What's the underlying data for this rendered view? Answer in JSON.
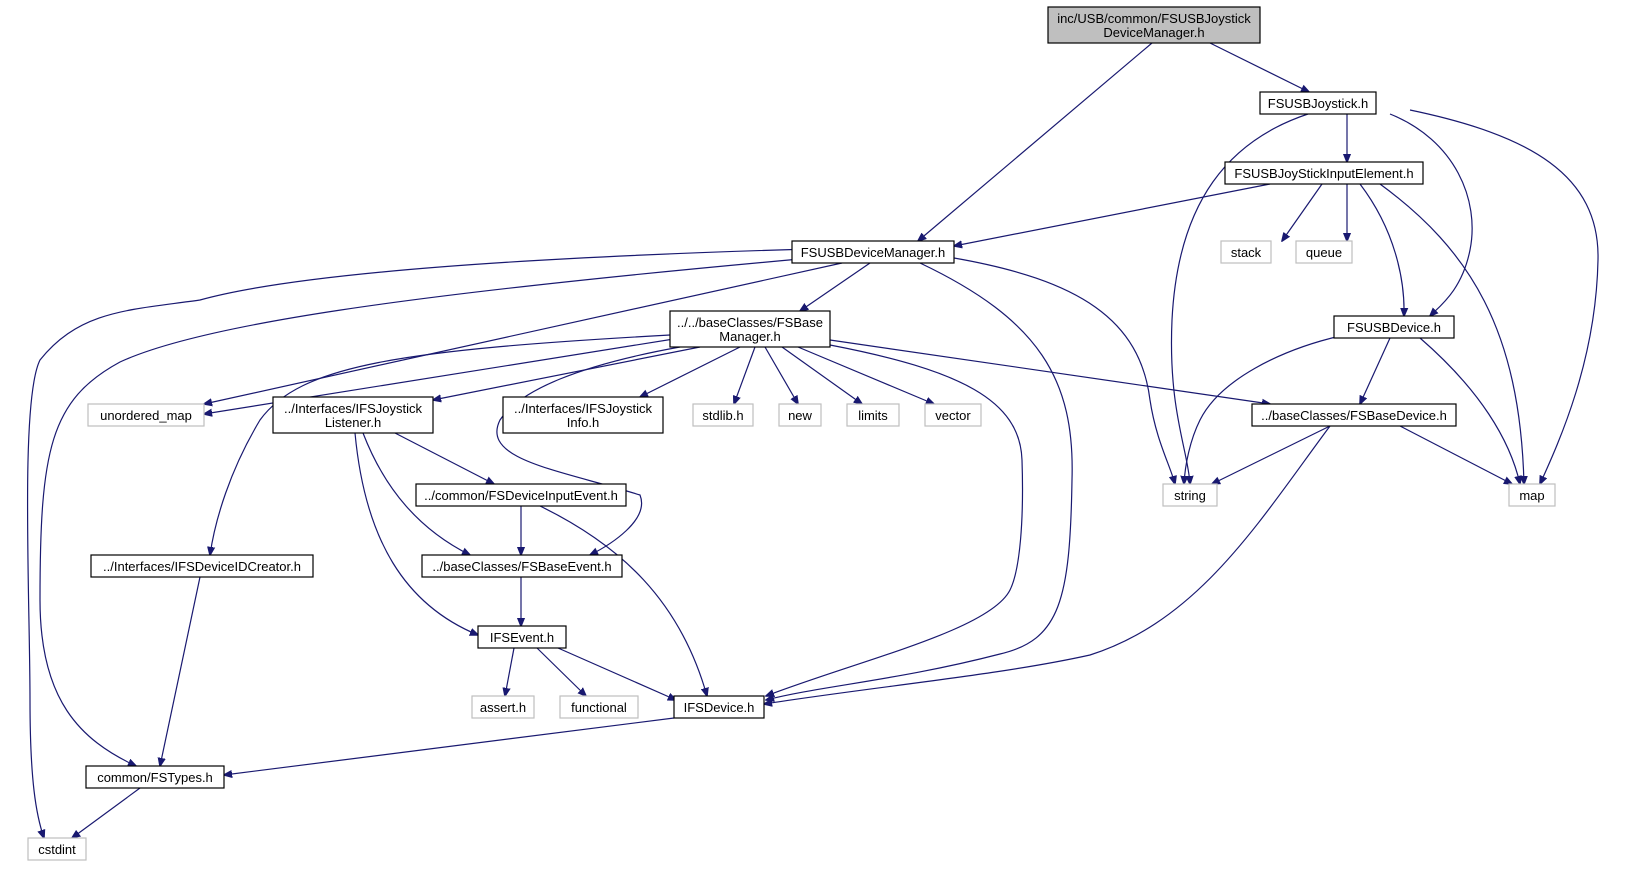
{
  "diagram": {
    "colors": {
      "edge": "#191970",
      "main_fill": "#bfbfbf",
      "project_border": "#000000",
      "system_border": "#bfbfbf",
      "background": "#ffffff"
    },
    "nodes": [
      {
        "id": "main",
        "kind": "main",
        "lines": [
          "inc/USB/common/FSUSBJoystick",
          "DeviceManager.h"
        ]
      },
      {
        "id": "joystick",
        "kind": "proj",
        "lines": [
          "FSUSBJoystick.h"
        ]
      },
      {
        "id": "inputelem",
        "kind": "proj",
        "lines": [
          "FSUSBJoyStickInputElement.h"
        ]
      },
      {
        "id": "devmgr",
        "kind": "proj",
        "lines": [
          "FSUSBDeviceManager.h"
        ]
      },
      {
        "id": "stack",
        "kind": "sys",
        "lines": [
          "stack"
        ]
      },
      {
        "id": "queue",
        "kind": "sys",
        "lines": [
          "queue"
        ]
      },
      {
        "id": "basemgr",
        "kind": "proj",
        "lines": [
          "../../baseClasses/FSBase",
          "Manager.h"
        ]
      },
      {
        "id": "usbdevice",
        "kind": "proj",
        "lines": [
          "FSUSBDevice.h"
        ]
      },
      {
        "id": "unordered_map",
        "kind": "sys",
        "lines": [
          "unordered_map"
        ]
      },
      {
        "id": "joylistener",
        "kind": "proj",
        "lines": [
          "../Interfaces/IFSJoystick",
          "Listener.h"
        ]
      },
      {
        "id": "joyinfo",
        "kind": "proj",
        "lines": [
          "../Interfaces/IFSJoystick",
          "Info.h"
        ]
      },
      {
        "id": "stdlib",
        "kind": "sys",
        "lines": [
          "stdlib.h"
        ]
      },
      {
        "id": "new",
        "kind": "sys",
        "lines": [
          "new"
        ]
      },
      {
        "id": "limits",
        "kind": "sys",
        "lines": [
          "limits"
        ]
      },
      {
        "id": "vector",
        "kind": "sys",
        "lines": [
          "vector"
        ]
      },
      {
        "id": "basedevice",
        "kind": "proj",
        "lines": [
          "../baseClasses/FSBaseDevice.h"
        ]
      },
      {
        "id": "string",
        "kind": "sys",
        "lines": [
          "string"
        ]
      },
      {
        "id": "map",
        "kind": "sys",
        "lines": [
          "map"
        ]
      },
      {
        "id": "devinputevent",
        "kind": "proj",
        "lines": [
          "../common/FSDeviceInputEvent.h"
        ]
      },
      {
        "id": "devidcreator",
        "kind": "proj",
        "lines": [
          "../Interfaces/IFSDeviceIDCreator.h"
        ]
      },
      {
        "id": "baseevent",
        "kind": "proj",
        "lines": [
          "../baseClasses/FSBaseEvent.h"
        ]
      },
      {
        "id": "ifsevent",
        "kind": "proj",
        "lines": [
          "IFSEvent.h"
        ]
      },
      {
        "id": "assert",
        "kind": "sys",
        "lines": [
          "assert.h"
        ]
      },
      {
        "id": "functional",
        "kind": "sys",
        "lines": [
          "functional"
        ]
      },
      {
        "id": "ifsdevice",
        "kind": "proj",
        "lines": [
          "IFSDevice.h"
        ]
      },
      {
        "id": "fstypes",
        "kind": "proj",
        "lines": [
          "common/FSTypes.h"
        ]
      },
      {
        "id": "cstdint",
        "kind": "sys",
        "lines": [
          "cstdint"
        ]
      }
    ],
    "edges": [
      {
        "from": "main",
        "to": "devmgr"
      },
      {
        "from": "main",
        "to": "joystick"
      },
      {
        "from": "joystick",
        "to": "inputelem"
      },
      {
        "from": "joystick",
        "to": "string"
      },
      {
        "from": "joystick",
        "to": "usbdevice"
      },
      {
        "from": "joystick",
        "to": "map"
      },
      {
        "from": "inputelem",
        "to": "devmgr"
      },
      {
        "from": "inputelem",
        "to": "stack"
      },
      {
        "from": "inputelem",
        "to": "queue"
      },
      {
        "from": "inputelem",
        "to": "usbdevice"
      },
      {
        "from": "inputelem",
        "to": "map"
      },
      {
        "from": "devmgr",
        "to": "basemgr"
      },
      {
        "from": "devmgr",
        "to": "unordered_map"
      },
      {
        "from": "devmgr",
        "to": "string"
      },
      {
        "from": "devmgr",
        "to": "ifsdevice"
      },
      {
        "from": "devmgr",
        "to": "fstypes"
      },
      {
        "from": "devmgr",
        "to": "cstdint"
      },
      {
        "from": "basemgr",
        "to": "unordered_map"
      },
      {
        "from": "basemgr",
        "to": "joylistener"
      },
      {
        "from": "basemgr",
        "to": "joyinfo"
      },
      {
        "from": "basemgr",
        "to": "stdlib"
      },
      {
        "from": "basemgr",
        "to": "new"
      },
      {
        "from": "basemgr",
        "to": "limits"
      },
      {
        "from": "basemgr",
        "to": "vector"
      },
      {
        "from": "basemgr",
        "to": "basedevice"
      },
      {
        "from": "basemgr",
        "to": "devidcreator"
      },
      {
        "from": "basemgr",
        "to": "baseevent"
      },
      {
        "from": "basemgr",
        "to": "ifsdevice"
      },
      {
        "from": "usbdevice",
        "to": "basedevice"
      },
      {
        "from": "usbdevice",
        "to": "string"
      },
      {
        "from": "usbdevice",
        "to": "map"
      },
      {
        "from": "basedevice",
        "to": "string"
      },
      {
        "from": "basedevice",
        "to": "map"
      },
      {
        "from": "basedevice",
        "to": "ifsdevice"
      },
      {
        "from": "joylistener",
        "to": "devinputevent"
      },
      {
        "from": "joylistener",
        "to": "baseevent"
      },
      {
        "from": "joylistener",
        "to": "ifsevent"
      },
      {
        "from": "devinputevent",
        "to": "baseevent"
      },
      {
        "from": "devinputevent",
        "to": "ifsdevice"
      },
      {
        "from": "baseevent",
        "to": "ifsevent"
      },
      {
        "from": "ifsevent",
        "to": "assert"
      },
      {
        "from": "ifsevent",
        "to": "functional"
      },
      {
        "from": "ifsevent",
        "to": "ifsdevice"
      },
      {
        "from": "ifsdevice",
        "to": "fstypes"
      },
      {
        "from": "devidcreator",
        "to": "fstypes"
      },
      {
        "from": "fstypes",
        "to": "cstdint"
      }
    ]
  }
}
